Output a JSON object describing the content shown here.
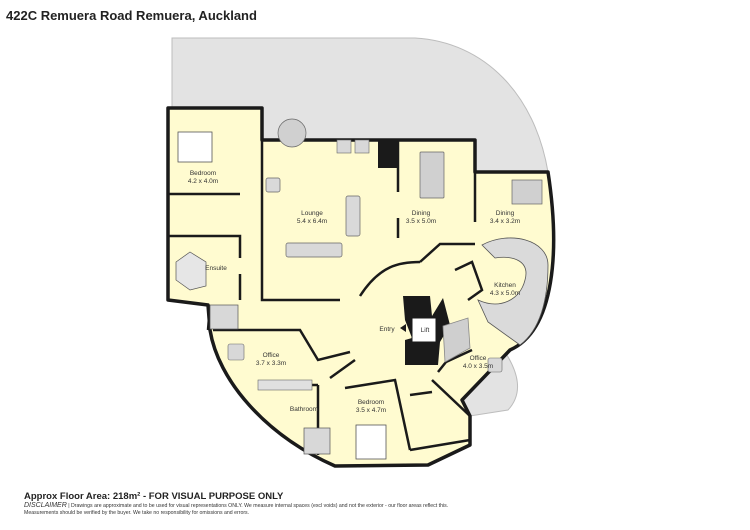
{
  "header": {
    "address": "422C Remuera Road Remuera, Auckland"
  },
  "rooms": [
    {
      "id": "bedroom-1",
      "name": "Bedroom",
      "dims": "4.2 x 4.0m"
    },
    {
      "id": "lounge",
      "name": "Lounge",
      "dims": "5.4 x 6.4m"
    },
    {
      "id": "dining-1",
      "name": "Dining",
      "dims": "3.5 x 5.0m"
    },
    {
      "id": "dining-2",
      "name": "Dining",
      "dims": "3.4 x 3.2m"
    },
    {
      "id": "ensuite",
      "name": "Ensuite",
      "dims": ""
    },
    {
      "id": "kitchen",
      "name": "Kitchen",
      "dims": "4.3 x 5.0m"
    },
    {
      "id": "office-1",
      "name": "Office",
      "dims": "3.7 x 3.3m"
    },
    {
      "id": "office-2",
      "name": "Office",
      "dims": "4.0 x 3.5m"
    },
    {
      "id": "bathroom",
      "name": "Bathroom",
      "dims": ""
    },
    {
      "id": "bedroom-2",
      "name": "Bedroom",
      "dims": "3.5 x 4.7m"
    }
  ],
  "labels": {
    "entry": "Entry",
    "lift": "Lift"
  },
  "footer": {
    "area": "Approx Floor Area: 218m² - FOR VISUAL PURPOSE ONLY",
    "disclaimer_title": "DISCLAIMER",
    "disclaimer_line1": " | Drawings are approximate and to be used for visual representations ONLY. We measure internal spaces (excl voids) and not the exterior - our floor areas reflect this.",
    "disclaimer_line2": "Measurements should be verified by the buyer. We take no responsibility for omissions and errors."
  },
  "colors": {
    "floor": "#fffbd0",
    "wall": "#1a1a1a",
    "deck": "#e3e3e3"
  }
}
